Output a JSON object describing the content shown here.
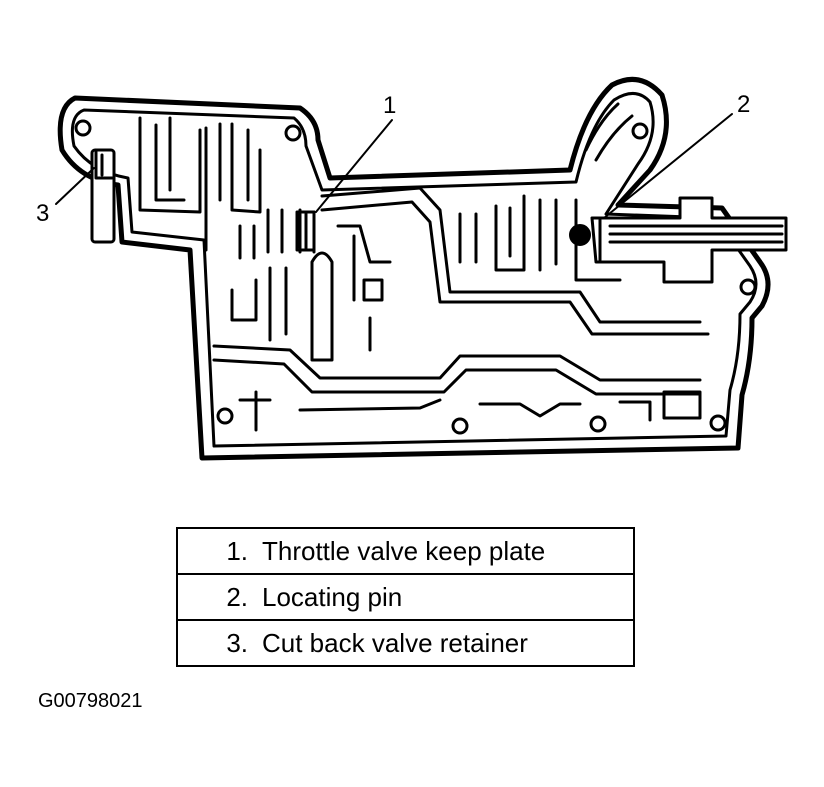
{
  "callouts": [
    {
      "number": "1"
    },
    {
      "number": "2"
    },
    {
      "number": "3"
    }
  ],
  "legend": [
    {
      "number": "1.",
      "text": "Throttle valve keep plate"
    },
    {
      "number": "2.",
      "text": "Locating pin"
    },
    {
      "number": "3.",
      "text": "Cut back valve retainer"
    }
  ],
  "figure_id": "G00798021"
}
